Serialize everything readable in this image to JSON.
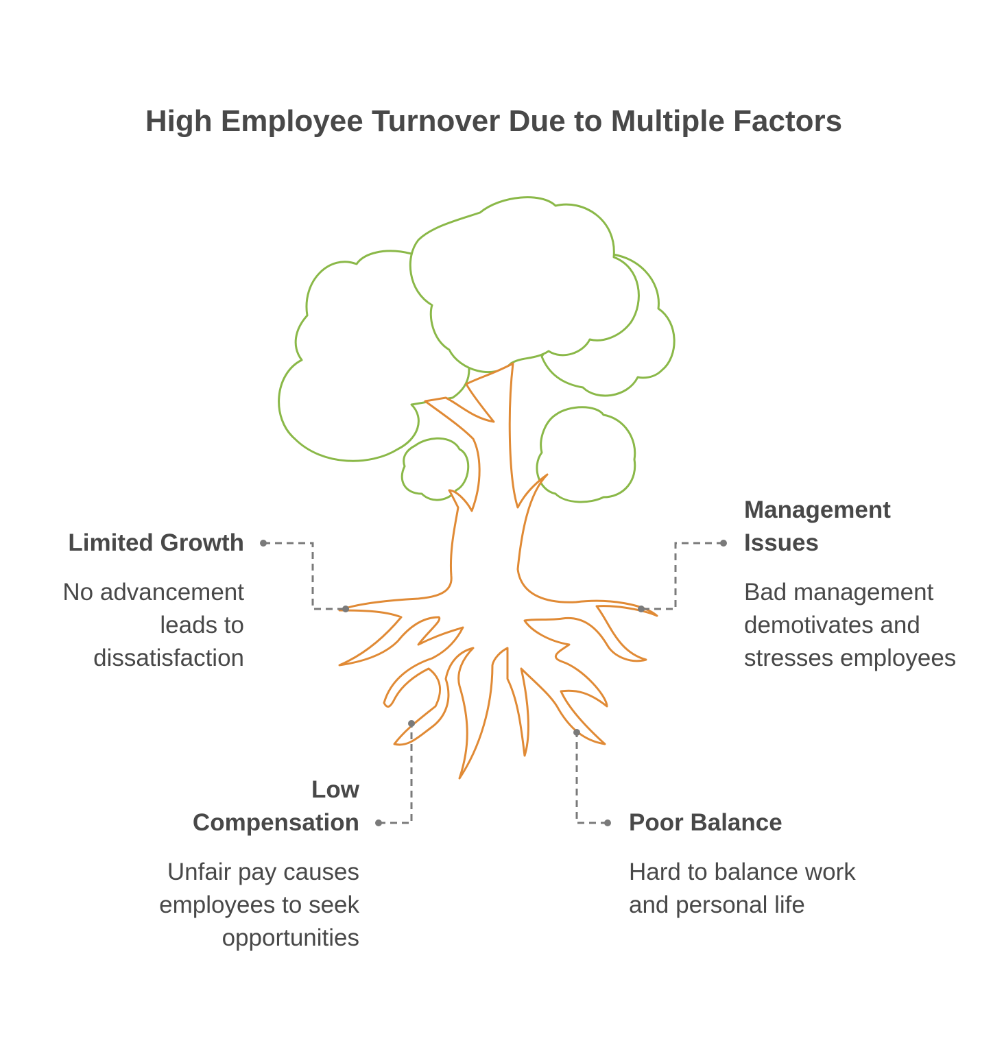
{
  "title": "High Employee Turnover Due to Multiple Factors",
  "colors": {
    "canopy": "#8ab848",
    "trunk": "#e08a35",
    "connector": "#7a7a7a",
    "text": "#484848"
  },
  "factors": [
    {
      "id": "limited-growth",
      "heading": "Limited Growth",
      "description": "No advancement leads to dissatisfaction"
    },
    {
      "id": "management-issues",
      "heading": "Management Issues",
      "description": "Bad management demotivates and stresses employees"
    },
    {
      "id": "low-compensation",
      "heading": "Low Compensation",
      "description": "Unfair pay causes employees to seek opportunities"
    },
    {
      "id": "poor-balance",
      "heading": "Poor Balance",
      "description": "Hard to balance work and personal life"
    }
  ]
}
